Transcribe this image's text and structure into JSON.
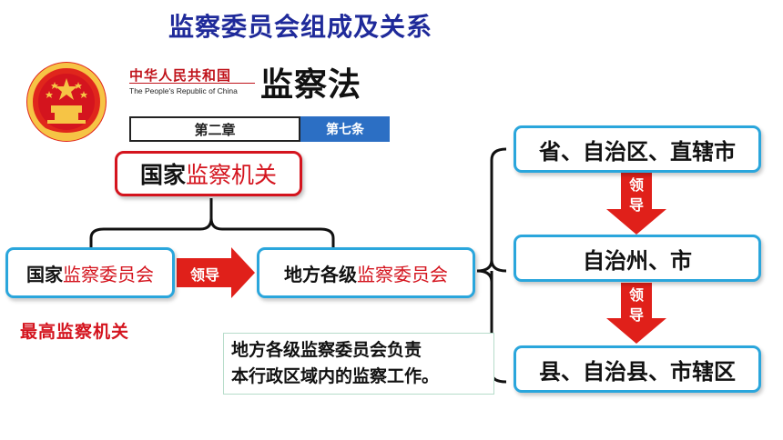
{
  "title": "监察委员会组成及关系",
  "law": {
    "country_cn": "中华人民共和国",
    "country_en": "The People's Republic of China",
    "law_name": "监察法",
    "chapter": "第二章",
    "article": "第七条"
  },
  "nodes": {
    "national_organ": {
      "prefix": "国家",
      "highlight": "监察机关"
    },
    "national_committee": {
      "prefix": "国家",
      "highlight": "监察委员会"
    },
    "local_committee": {
      "prefix": "地方各级",
      "highlight": "监察委员会"
    },
    "province_level": "省、自治区、直辖市",
    "prefecture_level": "自治州、市",
    "county_level": "县、自治县、市辖区"
  },
  "arrows": {
    "horizontal": "领导",
    "down1_top": "领",
    "down1_bottom": "导",
    "down2_top": "领",
    "down2_bottom": "导"
  },
  "supreme_label": "最高监察机关",
  "note": {
    "line1": "地方各级监察委员会负责",
    "line2": "本行政区域内的监察工作。"
  },
  "colors": {
    "title": "#1f2a9a",
    "red": "#d4141e",
    "blue_border": "#2aa6dc",
    "article_bg": "#2c6fc4"
  }
}
